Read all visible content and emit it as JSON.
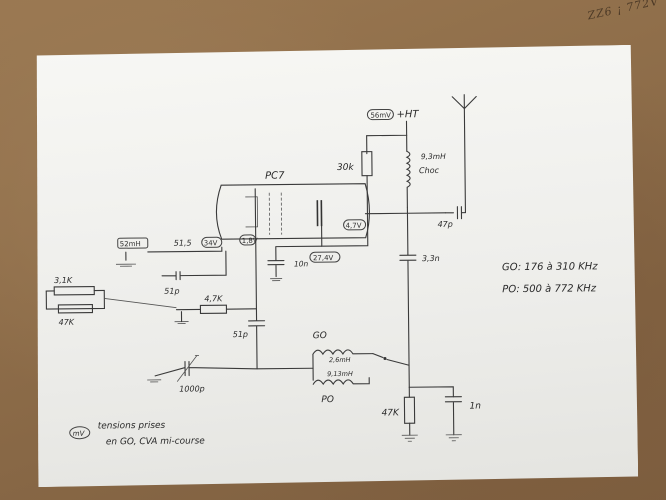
{
  "corner_note": "ZZ6 ¡ 772V",
  "tube": {
    "label": "PC7",
    "pin_a": "4,7V"
  },
  "power": {
    "hv": "+HT",
    "hv_box": "56mV"
  },
  "resistors": {
    "plate": "30k",
    "grid": "51,5",
    "grid2": "4,7K",
    "cathode": "47K",
    "pot_top": "3,1K",
    "pot_bottom": "47K"
  },
  "caps": {
    "coupling": "47p",
    "out": "3,3n",
    "decoup": "10n",
    "grid": "51p",
    "trim": "51p",
    "tuning": "1000p",
    "bypass": "1n"
  },
  "inductors": {
    "choke_val": "9,3mH",
    "choke_word": "Choc",
    "go": "GO",
    "go_val": "2,6mH",
    "po": "PO",
    "po_val": "9,13mH"
  },
  "boxes": {
    "b1": "52mH",
    "b2": "34V",
    "b3": "1,8V",
    "b4": "27,4V"
  },
  "bands": {
    "go": "GO: 176 à 310 KHz",
    "po": "PO: 500 à 772 KHz"
  },
  "note": {
    "line1": "tensions prises",
    "line2": "en GO, CVA mi-course",
    "marker": "mV"
  }
}
